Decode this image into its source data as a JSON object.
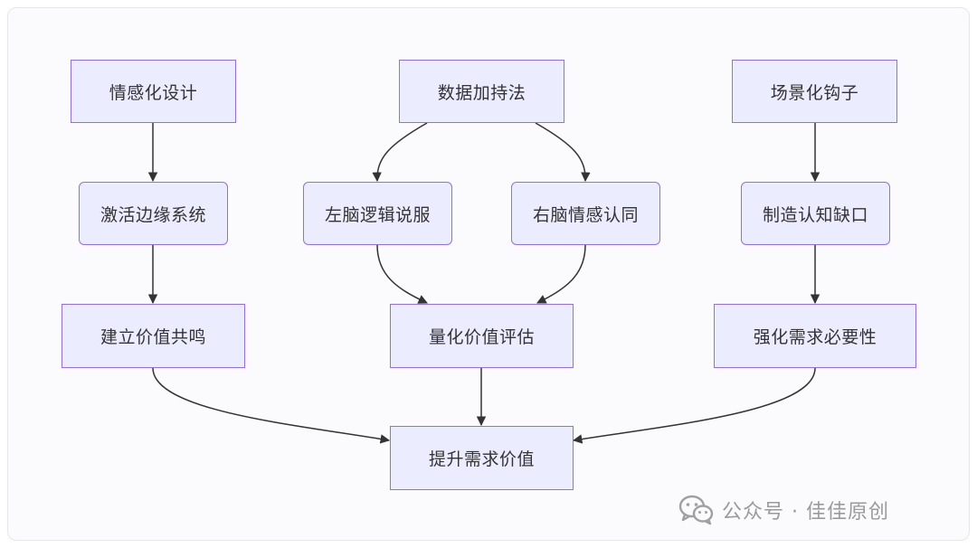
{
  "diagram": {
    "nodes": {
      "emotion_design": "情感化设计",
      "data_method": "数据加持法",
      "scene_hook": "场景化钩子",
      "activate_limbic": "激活边缘系统",
      "left_brain": "左脑逻辑说服",
      "right_brain": "右脑情感认同",
      "create_gap": "制造认知缺口",
      "value_resonance": "建立价值共鸣",
      "value_assessment": "量化价值评估",
      "need_necessity": "强化需求必要性",
      "raise_value": "提升需求价值"
    },
    "edges": [
      [
        "emotion_design",
        "activate_limbic"
      ],
      [
        "activate_limbic",
        "value_resonance"
      ],
      [
        "data_method",
        "left_brain"
      ],
      [
        "data_method",
        "right_brain"
      ],
      [
        "left_brain",
        "value_assessment"
      ],
      [
        "right_brain",
        "value_assessment"
      ],
      [
        "scene_hook",
        "create_gap"
      ],
      [
        "create_gap",
        "need_necessity"
      ],
      [
        "value_resonance",
        "raise_value"
      ],
      [
        "value_assessment",
        "raise_value"
      ],
      [
        "need_necessity",
        "raise_value"
      ]
    ],
    "colors": {
      "node_fill": "#ececff",
      "node_border": "#9370db",
      "edge": "#333333"
    }
  },
  "watermark": {
    "icon": "wechat-icon",
    "text": "公众号 · 佳佳原创"
  }
}
